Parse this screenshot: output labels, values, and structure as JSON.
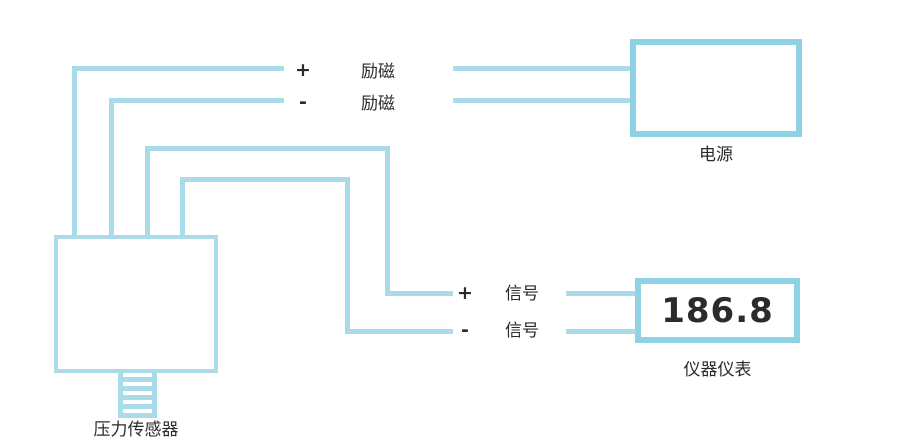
{
  "diagram": {
    "sensor": {
      "label": "压力传感器"
    },
    "power_supply": {
      "label": "电源"
    },
    "instrument": {
      "label": "仪器仪表",
      "reading": "186.8"
    },
    "terminals": {
      "excitation_plus": {
        "sign": "+",
        "label": "励磁"
      },
      "excitation_minus": {
        "sign": "-",
        "label": "励磁"
      },
      "signal_plus": {
        "sign": "+",
        "label": "信号"
      },
      "signal_minus": {
        "sign": "-",
        "label": "信号"
      }
    },
    "colors": {
      "wire": "#a9dce8",
      "device_border": "#8fd2e3",
      "text": "#2b2b2b",
      "background": "#ffffff"
    }
  }
}
